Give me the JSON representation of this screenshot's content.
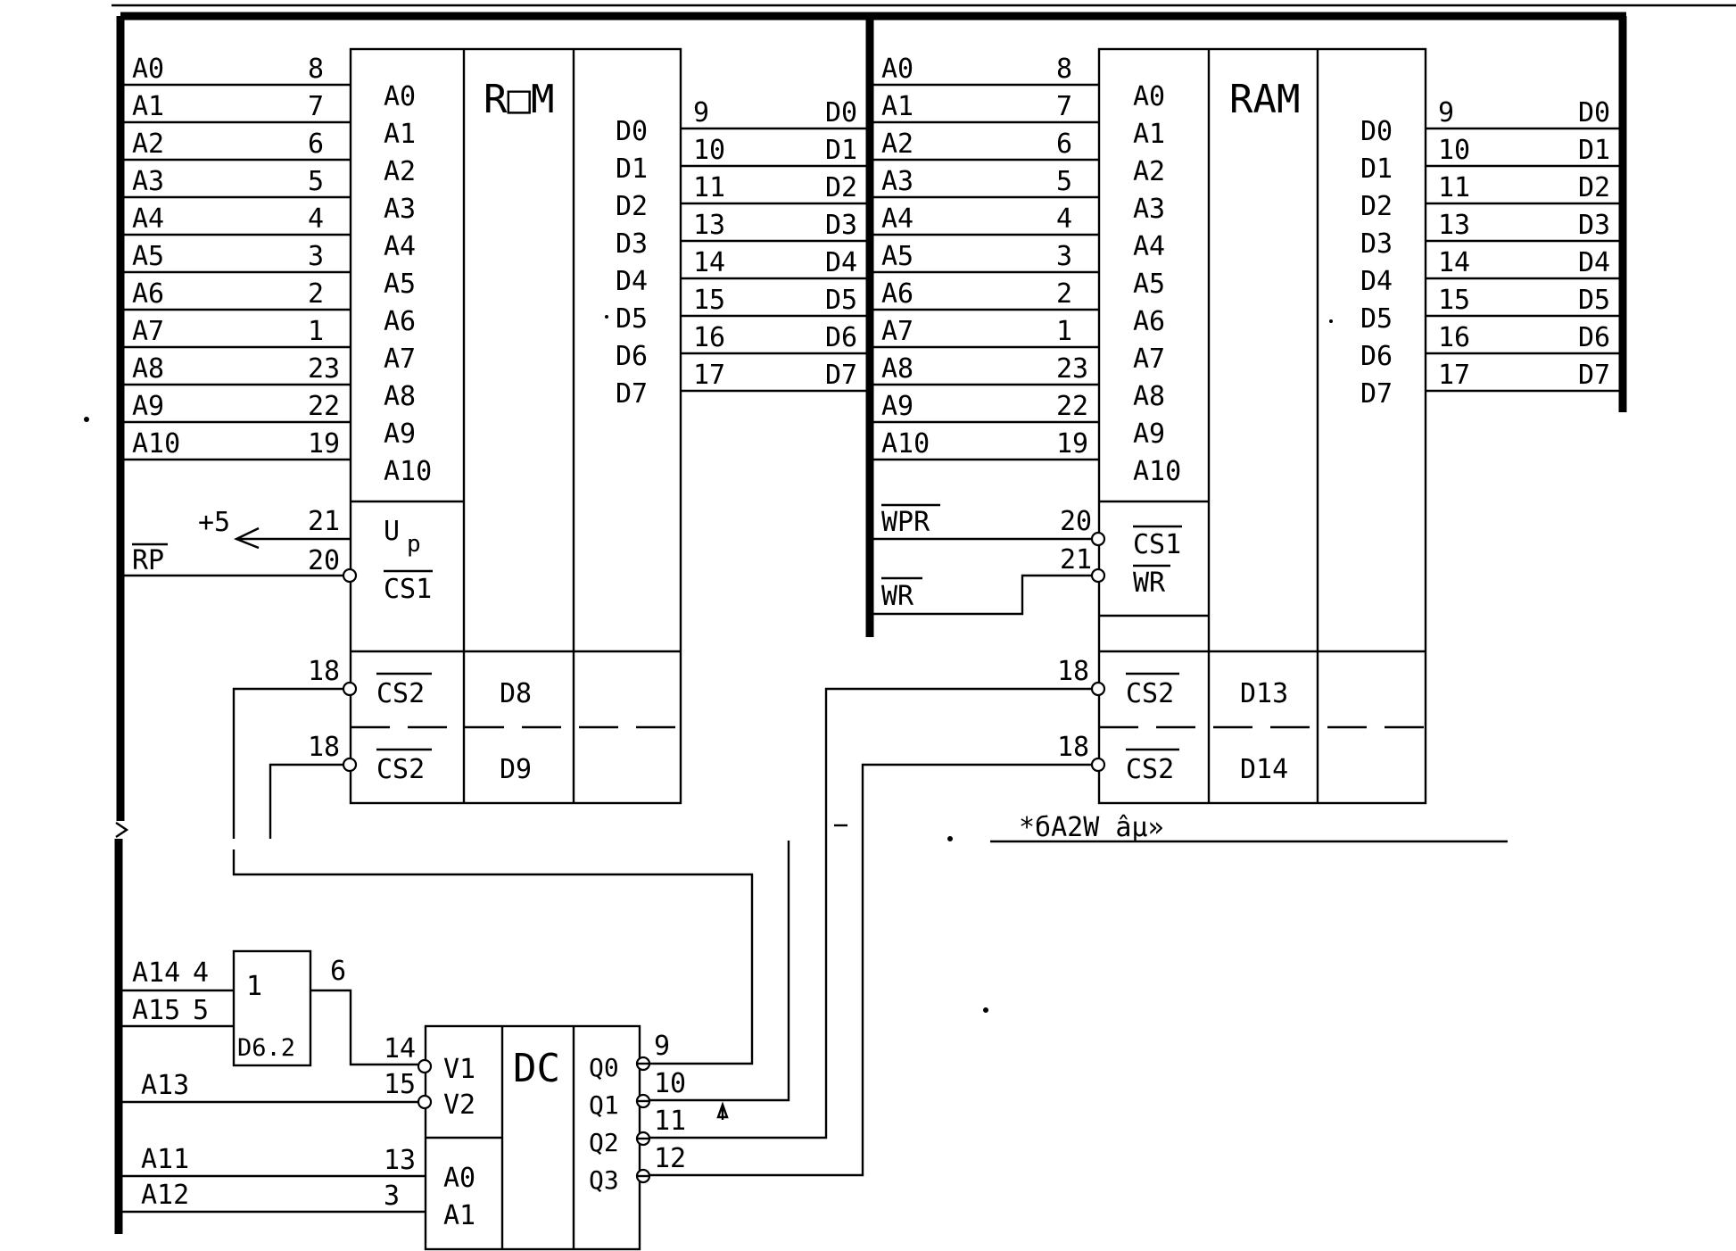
{
  "rom": {
    "title": "R□M",
    "addr_pins": [
      "A0",
      "A1",
      "A2",
      "A3",
      "A4",
      "A5",
      "A6",
      "A7",
      "A8",
      "A9",
      "A10"
    ],
    "bus_labels": [
      "A0",
      "A1",
      "A2",
      "A3",
      "A4",
      "A5",
      "A6",
      "A7",
      "A8",
      "A9",
      "A10"
    ],
    "pin_numbers": [
      "8",
      "7",
      "6",
      "5",
      "4",
      "3",
      "2",
      "1",
      "23",
      "22",
      "19"
    ],
    "data_pins": [
      "D0",
      "D1",
      "D2",
      "D3",
      "D4",
      "D5",
      "D6",
      "D7"
    ],
    "data_pin_numbers": [
      "9",
      "10",
      "11",
      "13",
      "14",
      "15",
      "16",
      "17"
    ],
    "data_bus_labels": [
      "D0",
      "D1",
      "D2",
      "D3",
      "D4",
      "D5",
      "D6",
      "D7"
    ],
    "up_label": "U",
    "up_sub": "p",
    "cs1_label": "CS1",
    "plus5": "+5",
    "up_pin": "21",
    "rp_label": "RP",
    "rp_pin": "20",
    "cs2_label": "CS2",
    "cs2_pin": "18",
    "chip1": "D8",
    "chip2": "D9"
  },
  "ram": {
    "title": "RAM",
    "addr_pins": [
      "A0",
      "A1",
      "A2",
      "A3",
      "A4",
      "A5",
      "A6",
      "A7",
      "A8",
      "A9",
      "A10"
    ],
    "bus_labels": [
      "A0",
      "A1",
      "A2",
      "A3",
      "A4",
      "A5",
      "A6",
      "A7",
      "A8",
      "A9",
      "A10"
    ],
    "pin_numbers": [
      "8",
      "7",
      "6",
      "5",
      "4",
      "3",
      "2",
      "1",
      "23",
      "22",
      "19"
    ],
    "data_pins": [
      "D0",
      "D1",
      "D2",
      "D3",
      "D4",
      "D5",
      "D6",
      "D7"
    ],
    "data_pin_numbers": [
      "9",
      "10",
      "11",
      "13",
      "14",
      "15",
      "16",
      "17"
    ],
    "data_bus_labels": [
      "D0",
      "D1",
      "D2",
      "D3",
      "D4",
      "D5",
      "D6",
      "D7"
    ],
    "wpr_label": "WPR",
    "wpr_pin": "20",
    "wr_label": "WR",
    "wr_pin": "21",
    "cs1_label": "CS1",
    "wr_chip_label": "WR",
    "cs2_label": "CS2",
    "cs2_pin": "18",
    "chip1": "D13",
    "chip2": "D14",
    "garbled_note": "*бA2W âμ»"
  },
  "gate": {
    "symbol": "1",
    "name": "D6.2",
    "in1_label": "A14",
    "in1_pin": "4",
    "in2_label": "A15",
    "in2_pin": "5",
    "out_pin": "6"
  },
  "decoder": {
    "title": "DC",
    "enable_pins": [
      "V1",
      "V2"
    ],
    "enable_pin_numbers": [
      "14",
      "15"
    ],
    "addr_pins": [
      "A0",
      "A1"
    ],
    "addr_pin_numbers": [
      "13",
      "3"
    ],
    "outputs": [
      "Q0",
      "Q1",
      "Q2",
      "Q3"
    ],
    "output_pin_numbers": [
      "9",
      "10",
      "11",
      "12"
    ],
    "a13_label": "A13",
    "a11_label": "A11",
    "a12_label": "A12"
  }
}
